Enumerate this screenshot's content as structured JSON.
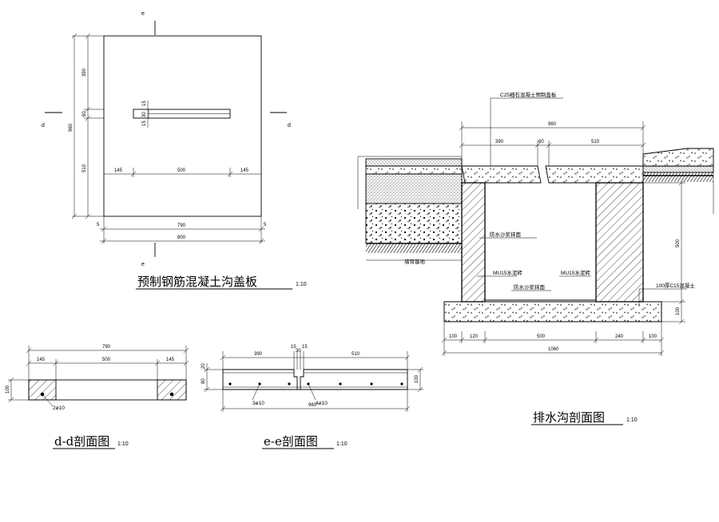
{
  "section_marks": {
    "e": "e",
    "d": "d"
  },
  "plan": {
    "title": "预制钢筋混凝土沟盖板",
    "scale": "1:10",
    "dims": {
      "left": [
        "390",
        "60",
        "510",
        "960"
      ],
      "slot": [
        "15",
        "30",
        "15"
      ],
      "inner": [
        "145",
        "500",
        "145"
      ],
      "bottom": [
        "5",
        "790",
        "5",
        "800"
      ]
    }
  },
  "dd": {
    "title": "d-d剖面图",
    "scale": "1:10",
    "dims": {
      "top": [
        "790",
        "145",
        "500",
        "145"
      ],
      "side": "100"
    },
    "rebar": "2ø10"
  },
  "ee": {
    "title": "e-e剖面图",
    "scale": "1:10",
    "dims": {
      "top": [
        "390",
        "15",
        "30",
        "15",
        "510"
      ],
      "side": [
        "20",
        "80",
        "100"
      ],
      "bottom": "960"
    },
    "rebar_left": "3ø10",
    "rebar_right": "4ø10"
  },
  "ditch": {
    "title": "排水沟剖面图",
    "scale": "1:10",
    "cover_label": "C25细石混凝土预制盖板",
    "top_dims": [
      "960",
      "390",
      "60",
      "510"
    ],
    "labels": {
      "plaster_left": "防水沙浆抹面",
      "subgrade": "墙背基地",
      "masonry_left": "MU15水泥砖",
      "masonry_right": "MU15水泥砖",
      "plaster_bottom": "防水沙浆抹面",
      "base": "100厚C15混凝土"
    },
    "right_dims": [
      "500",
      "100"
    ],
    "bottom_dims": [
      "100",
      "120",
      "500",
      "240",
      "100",
      "1060"
    ]
  }
}
